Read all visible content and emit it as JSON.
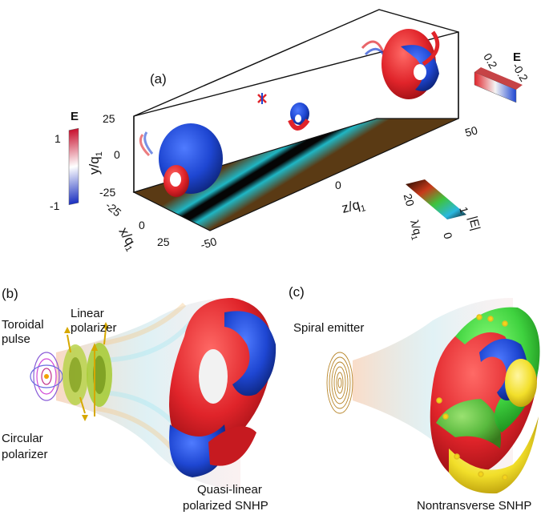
{
  "panels": {
    "a": {
      "label": "(a)",
      "axes": {
        "y_label": "y/q",
        "y_sub": "1",
        "y_ticks": [
          "25",
          "0",
          "-25"
        ],
        "x_label": "x/q",
        "x_sub": "1",
        "x_ticks": [
          "-25",
          "0",
          "25"
        ],
        "z_label": "z/q",
        "z_sub": "1",
        "z_ticks": [
          "-50",
          "0",
          "50"
        ]
      },
      "colorbar_e": {
        "title": "E",
        "max": "1",
        "min": "-1"
      },
      "colorbar_small": {
        "title": "E",
        "max": "0.2",
        "min": "-0.2"
      },
      "colorbar_abs": {
        "label": "|E|",
        "max": "1",
        "min": "0",
        "lambda_value": "20",
        "lambda_label": "λ/q",
        "lambda_sub": "1"
      }
    },
    "b": {
      "label": "(b)",
      "texts": {
        "toroidal_1": "Toroidal",
        "toroidal_2": "pulse",
        "linear_1": "Linear",
        "linear_2": "polarizer",
        "circular_1": "Circular",
        "circular_2": "polarizer",
        "output_1": "Quasi-linear",
        "output_2": "polarized SNHP"
      }
    },
    "c": {
      "label": "(c)",
      "texts": {
        "emitter": "Spiral emitter",
        "output": "Nontransverse SNHP"
      }
    }
  },
  "colors": {
    "red": "#e0242a",
    "blue": "#1e46d2",
    "green": "#3fd23f",
    "yellow": "#f2df2a",
    "dark_field": "#2a1a08"
  }
}
